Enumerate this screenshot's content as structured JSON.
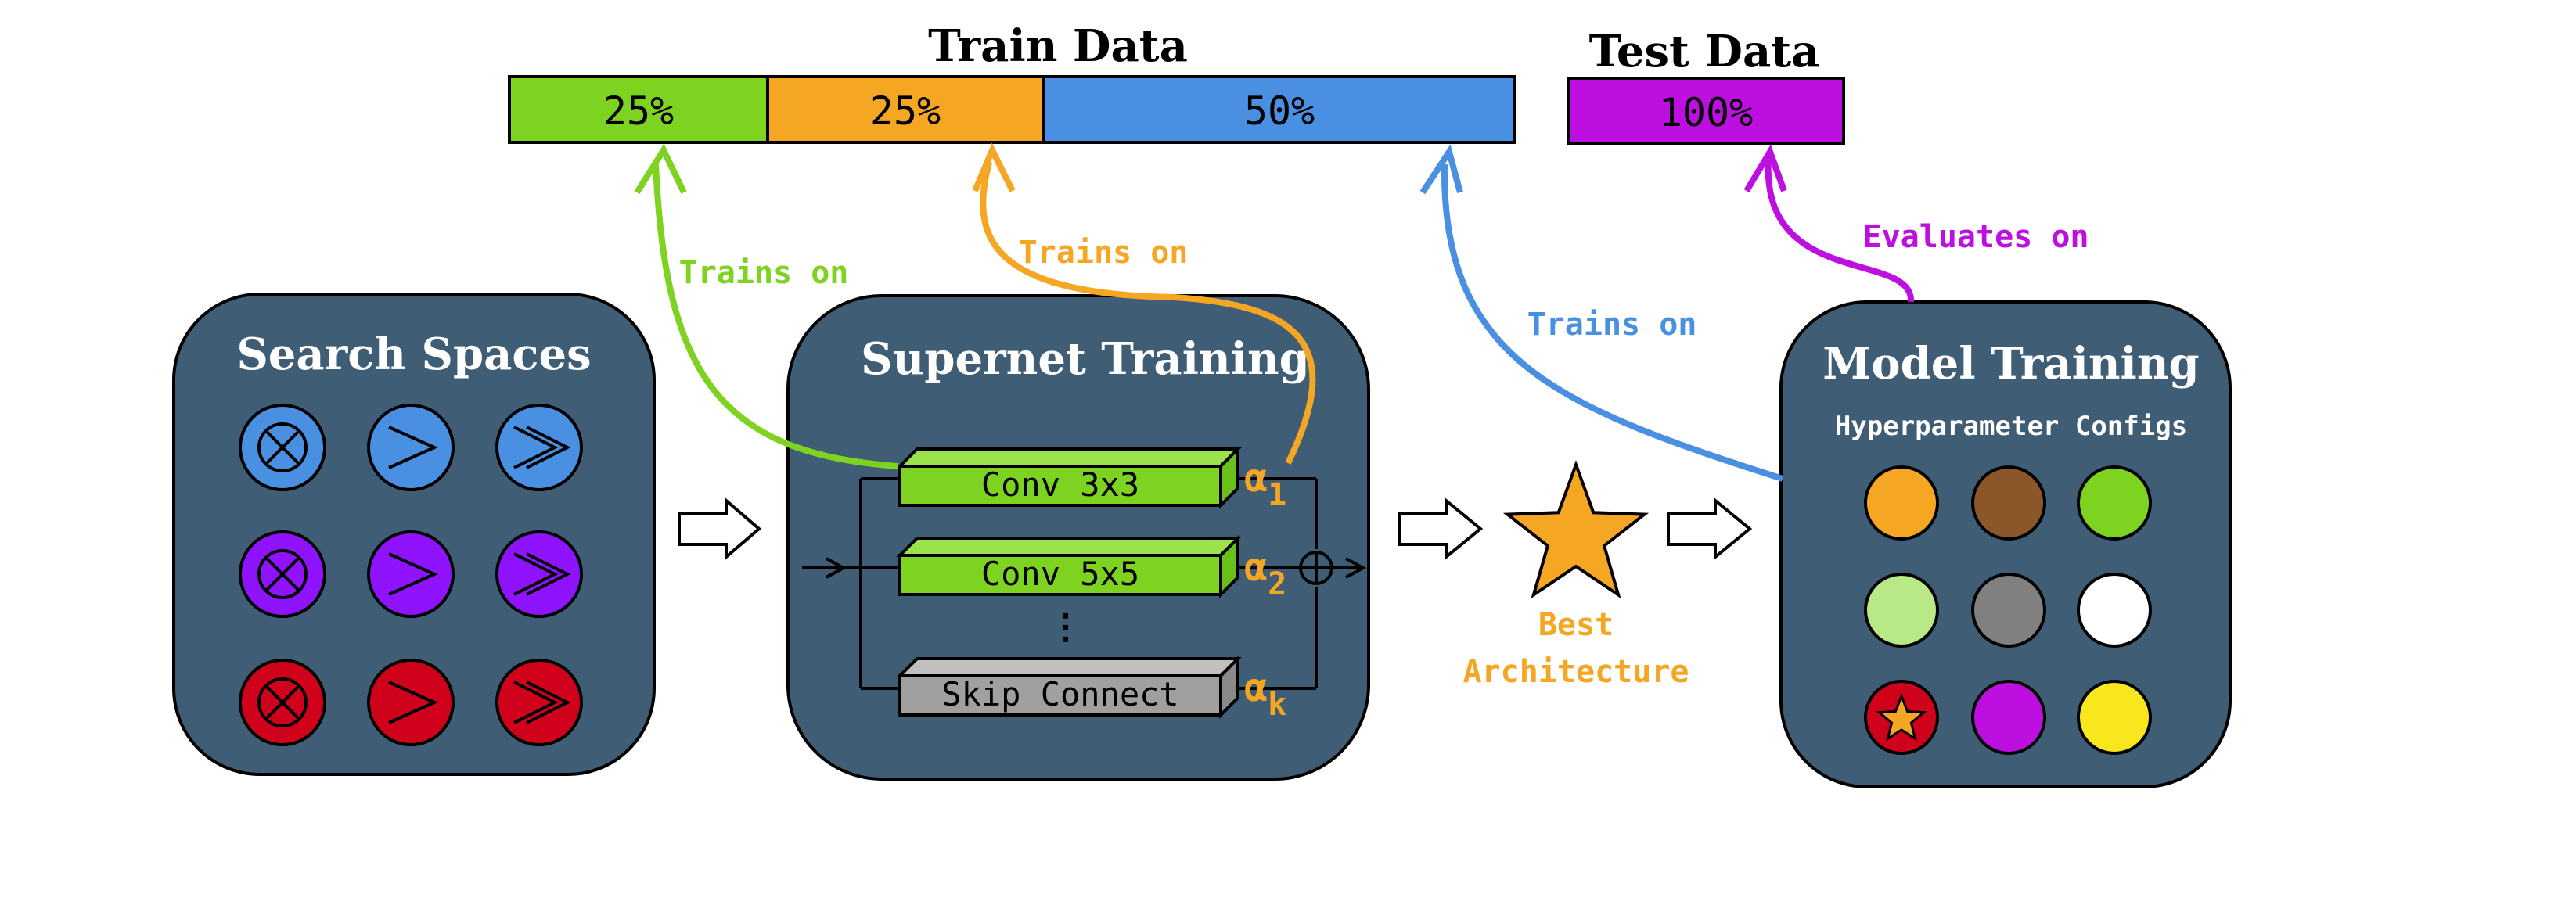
{
  "train_data": {
    "title": "Train Data",
    "segments": [
      {
        "label": "25%",
        "fraction": 0.25,
        "color": "#7ed321"
      },
      {
        "label": "25%",
        "fraction": 0.25,
        "color": "#f5a623"
      },
      {
        "label": "50%",
        "fraction": 0.5,
        "color": "#4a90e2"
      }
    ]
  },
  "test_data": {
    "title": "Test Data",
    "label": "100%",
    "color": "#bd10e0"
  },
  "search_spaces": {
    "title": "Search Spaces",
    "rows": [
      {
        "color": "#4a90e2",
        "icons": [
          "circle-times-icon",
          "chevron-right-icon",
          "double-chevron-right-icon"
        ]
      },
      {
        "color": "#9013fe",
        "icons": [
          "circle-times-icon",
          "chevron-right-icon",
          "double-chevron-right-icon"
        ]
      },
      {
        "color": "#d0021b",
        "icons": [
          "circle-times-icon",
          "chevron-right-icon",
          "double-chevron-right-icon"
        ]
      }
    ]
  },
  "supernet": {
    "title": "Supernet Training",
    "ops": [
      {
        "label": "Conv 3x3",
        "alpha": "α",
        "sub": "1",
        "color": "#7ed321"
      },
      {
        "label": "Conv 5x5",
        "alpha": "α",
        "sub": "2",
        "color": "#7ed321"
      },
      {
        "label": "Skip Connect",
        "alpha": "α",
        "sub": "k",
        "color": "#a0a0a0"
      }
    ],
    "ellipsis": "⋮"
  },
  "best_architecture": {
    "line1": "Best",
    "line2": "Architecture",
    "color": "#f5a623"
  },
  "model_training": {
    "title": "Model Training",
    "subtitle": "Hyperparameter Configs",
    "configs": [
      "#f5a623",
      "#8b572a",
      "#7ed321",
      "#b8e986",
      "#808080",
      "#ffffff",
      "#d0021b",
      "#bd10e0",
      "#f8e71c"
    ],
    "starred_index": 6
  },
  "arrows": {
    "green_label": "Trains on",
    "orange_label": "Trains on",
    "blue_label": "Trains on",
    "purple_label": "Evaluates on"
  },
  "colors": {
    "panel": "#3f5d74",
    "green": "#7ed321",
    "orange": "#f5a623",
    "blue": "#4a90e2",
    "purple": "#bd10e0"
  }
}
